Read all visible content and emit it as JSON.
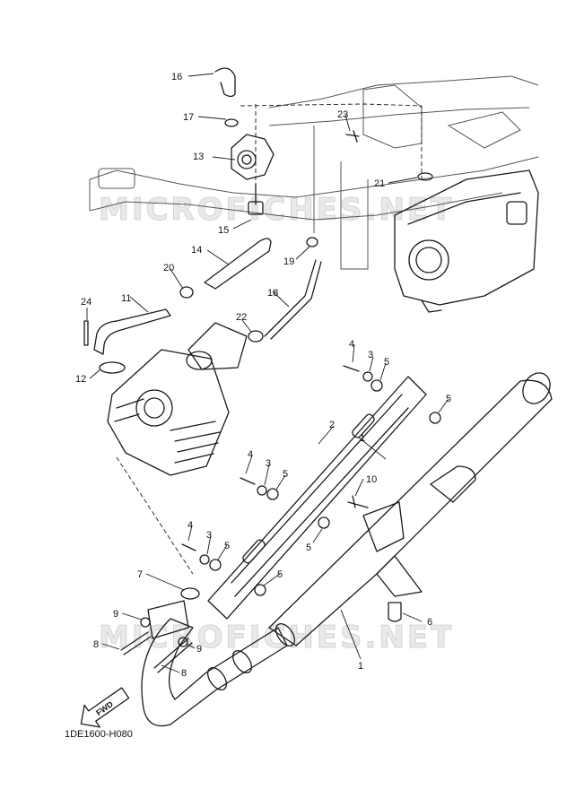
{
  "watermark": {
    "top": "MICROFICHES.NET",
    "bottom": "MICROFICHES.NET"
  },
  "fwd_arrow": "FWD",
  "diagram_code": "1DE1600-H080",
  "callouts": {
    "c1": "1",
    "c2": "2",
    "c3a": "3",
    "c3b": "3",
    "c3c": "3",
    "c4a": "4",
    "c4b": "4",
    "c4c": "4",
    "c5a": "5",
    "c5b": "5",
    "c5c": "5",
    "c5d": "5",
    "c5e": "5",
    "c5f": "5",
    "c6": "6",
    "c7": "7",
    "c8a": "8",
    "c8b": "8",
    "c9a": "9",
    "c9b": "9",
    "c10": "10",
    "c11": "11",
    "c12": "12",
    "c13": "13",
    "c14": "14",
    "c15": "15",
    "c16": "16",
    "c17": "17",
    "c18": "18",
    "c19": "19",
    "c20": "20",
    "c21": "21",
    "c22": "22",
    "c23": "23",
    "c24": "24"
  }
}
